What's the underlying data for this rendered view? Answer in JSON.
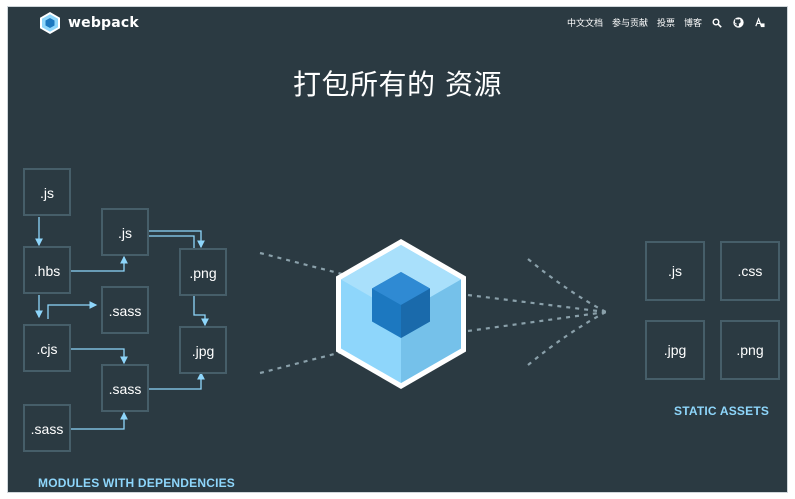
{
  "header": {
    "logo_text": "webpack",
    "nav": {
      "docs": "中文文档",
      "contribute": "参与贡献",
      "vote": "投票",
      "blog": "博客"
    },
    "icons": [
      "search-icon",
      "github-icon",
      "language-icon"
    ]
  },
  "hero": {
    "title": "打包所有的 资源"
  },
  "modules": {
    "label": "MODULES WITH DEPENDENCIES",
    "boxes": [
      ".js",
      ".hbs",
      ".cjs",
      ".sass",
      ".js",
      ".sass",
      ".sass",
      ".png",
      ".jpg"
    ]
  },
  "assets": {
    "label": "STATIC ASSETS",
    "boxes": [
      ".js",
      ".css",
      ".jpg",
      ".png"
    ]
  },
  "colors": {
    "background": "#2b3a42",
    "accent": "#8ed6fb",
    "cube_inner": "#1c78c0",
    "box_border": "#465e69"
  }
}
